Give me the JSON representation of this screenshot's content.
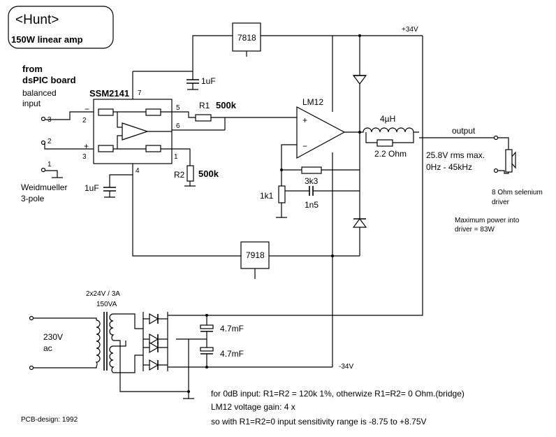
{
  "title_box": {
    "title": "<Hunt>",
    "subtitle": "150W linear amp"
  },
  "input": {
    "from_label": "from",
    "board_label": "dsPIC board",
    "balanced_label": "balanced",
    "input_label": "input",
    "pin3": "3",
    "pin2": "2",
    "pin1": "1",
    "connector_name": "Weidmueller",
    "connector_type": "3-pole"
  },
  "ssm": {
    "name": "SSM2141",
    "pin7": "7",
    "pin5": "5",
    "pin6": "6",
    "pin1": "1",
    "pin2": "2",
    "pin3": "3",
    "pin4": "4",
    "minus": "−",
    "plus": "+"
  },
  "components": {
    "reg_pos": "7818",
    "reg_neg": "7918",
    "c_top": "1uF",
    "c_left": "1uF",
    "r1_name": "R1",
    "r1_value": "500k",
    "r2_name": "R2",
    "r2_value": "500k",
    "opamp": "LM12",
    "op_plus": "+",
    "op_minus": "−",
    "inductor": "4µH",
    "r_out": "2.2 Ohm",
    "r_fb": "3k3",
    "c_fb": "1n5",
    "r_gnd": "1k1"
  },
  "rails": {
    "pos": "+34V",
    "neg": "-34V"
  },
  "output": {
    "label": "output",
    "spec_voltage": "25.8V rms max.",
    "spec_freq": "0Hz - 45kHz",
    "driver_line1": "8 Ohm selenium",
    "driver_line2": "driver",
    "power_line1": "Maximum power into",
    "power_line2": "driver = 83W"
  },
  "supply": {
    "transformer": "2x24V / 3A",
    "va": "150VA",
    "mains_v": "230V",
    "mains_ac": "ac",
    "cap1": "4.7mF",
    "cap2": "4.7mF"
  },
  "notes": {
    "line1": "for 0dB input: R1=R2 = 120k 1%, otherwize R1=R2= 0 Ohm.(bridge)",
    "line2": "LM12 voltage gain: 4 x",
    "line3": "so with R1=R2=0 input sensitivity range is -8.75 to +8.75V",
    "pcb": "PCB-design: 1992"
  }
}
